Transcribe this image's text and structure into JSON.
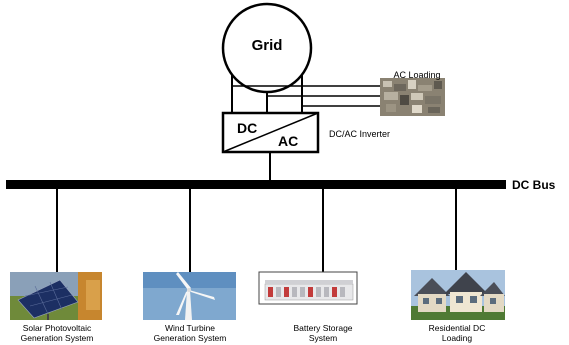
{
  "grid": {
    "label": "Grid"
  },
  "inverter": {
    "dc_label": "DC",
    "ac_label": "AC",
    "name": "DC/AC Inverter"
  },
  "ac_loading": {
    "label": "AC Loading"
  },
  "bus": {
    "label": "DC Bus"
  },
  "components": [
    {
      "line1": "Solar Photovoltaic",
      "line2": "Generation System",
      "icon": "solar-panel-image"
    },
    {
      "line1": "Wind Turbine",
      "line2": "Generation System",
      "icon": "wind-turbine-image"
    },
    {
      "line1": "Battery Storage",
      "line2": "System",
      "icon": "battery-storage-image"
    },
    {
      "line1": "Residential DC",
      "line2": "Loading",
      "icon": "residential-houses-image"
    }
  ],
  "colors": {
    "line": "#000000",
    "sky": "#7fa8cf",
    "solar_panel": "#1c2f63",
    "house_roof": "#4a4e58"
  }
}
